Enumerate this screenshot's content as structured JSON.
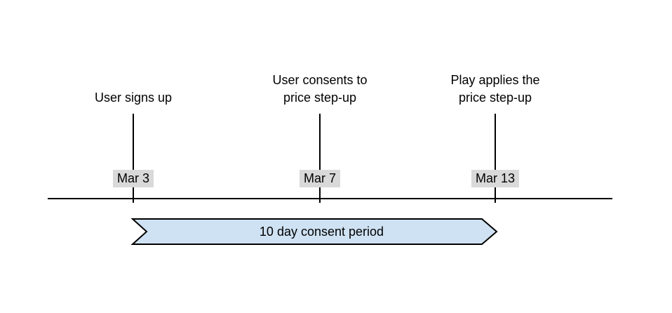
{
  "diagram": {
    "events": [
      {
        "label": "User signs up",
        "date": "Mar 3"
      },
      {
        "label": "User consents to\nprice step-up",
        "date": "Mar 7"
      },
      {
        "label": "Play applies the\nprice step-up",
        "date": "Mar 13"
      }
    ],
    "period": {
      "label": "10 day consent period"
    },
    "colors": {
      "banner_fill": "#cfe2f3",
      "banner_border": "#000000",
      "date_badge_bg": "#d9d9d9",
      "line": "#000000"
    }
  }
}
